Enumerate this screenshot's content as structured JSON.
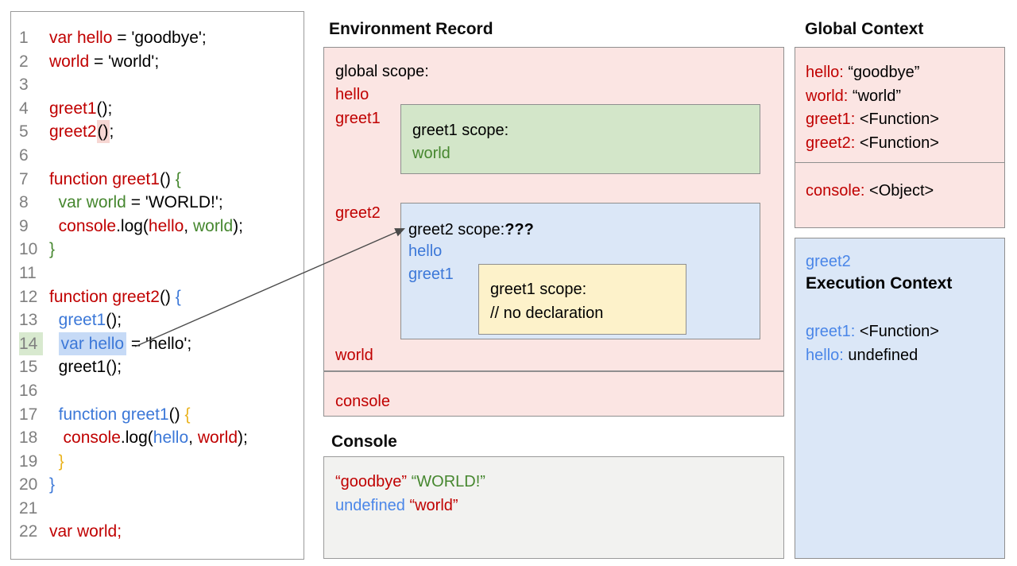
{
  "colors": {
    "red": "#c00000",
    "blue": "#3c78d8",
    "light_blue": "#4a86e8",
    "green": "#46872f",
    "yellow": "#eab31e",
    "pink_bg": "#fbe5e3",
    "blue_bg": "#dbe7f7",
    "green_bg": "#d3e6c9",
    "yellow_bg": "#fdf2ca",
    "console_bg": "#f2f2f0"
  },
  "code_panel": {
    "lines": [
      {
        "n": "1",
        "segs": [
          [
            "var hello",
            "red"
          ],
          [
            " = 'goodbye';",
            "k"
          ]
        ]
      },
      {
        "n": "2",
        "segs": [
          [
            "world",
            "red"
          ],
          [
            " = 'world';",
            "k"
          ]
        ]
      },
      {
        "n": "3",
        "segs": []
      },
      {
        "n": "4",
        "segs": [
          [
            "greet1",
            "red"
          ],
          [
            "();",
            "k"
          ]
        ]
      },
      {
        "n": "5",
        "segs": [
          [
            "greet2",
            "red"
          ],
          [
            "()",
            "k",
            "pink"
          ],
          [
            ";",
            "k"
          ]
        ]
      },
      {
        "n": "6",
        "segs": []
      },
      {
        "n": "7",
        "segs": [
          [
            "function greet1",
            "red"
          ],
          [
            "() ",
            "k"
          ],
          [
            "{",
            "green"
          ]
        ]
      },
      {
        "n": "8",
        "segs": [
          [
            "  ",
            "k"
          ],
          [
            "var world",
            "green"
          ],
          [
            " = 'WORLD!';",
            "k"
          ]
        ]
      },
      {
        "n": "9",
        "segs": [
          [
            "  ",
            "k"
          ],
          [
            "console",
            "red"
          ],
          [
            ".log(",
            "k"
          ],
          [
            "hello",
            "red"
          ],
          [
            ", ",
            "k"
          ],
          [
            "world",
            "green"
          ],
          [
            ");",
            "k"
          ]
        ]
      },
      {
        "n": "10",
        "segs": [
          [
            "}",
            "green"
          ]
        ]
      },
      {
        "n": "11",
        "segs": []
      },
      {
        "n": "12",
        "segs": [
          [
            "function greet2",
            "red"
          ],
          [
            "() ",
            "k"
          ],
          [
            "{",
            "blue"
          ]
        ]
      },
      {
        "n": "13",
        "segs": [
          [
            "  ",
            "k"
          ],
          [
            "greet1",
            "blue"
          ],
          [
            "();",
            "k"
          ]
        ]
      },
      {
        "n": "14",
        "numHl": "green",
        "segs": [
          [
            "  ",
            "k"
          ],
          [
            "var hello",
            "blue",
            "blue"
          ],
          [
            " = 'hello';",
            "k"
          ]
        ]
      },
      {
        "n": "15",
        "segs": [
          [
            "  greet1();",
            "k"
          ]
        ]
      },
      {
        "n": "16",
        "segs": []
      },
      {
        "n": "17",
        "segs": [
          [
            "  ",
            "k"
          ],
          [
            "function greet1",
            "blue"
          ],
          [
            "() ",
            "k"
          ],
          [
            "{",
            "yellow"
          ]
        ]
      },
      {
        "n": "18",
        "segs": [
          [
            "   ",
            "k"
          ],
          [
            "console",
            "red"
          ],
          [
            ".log(",
            "k"
          ],
          [
            "hello",
            "blue"
          ],
          [
            ", ",
            "k"
          ],
          [
            "world",
            "red"
          ],
          [
            ");",
            "k"
          ]
        ]
      },
      {
        "n": "19",
        "segs": [
          [
            "  ",
            "k"
          ],
          [
            "}",
            "yellow"
          ]
        ]
      },
      {
        "n": "20",
        "segs": [
          [
            "}",
            "blue"
          ]
        ]
      },
      {
        "n": "21",
        "segs": []
      },
      {
        "n": "22",
        "segs": [
          [
            "var world;",
            "red"
          ]
        ]
      }
    ]
  },
  "env_record": {
    "title": "Environment Record",
    "global_label": "global scope:",
    "hello": "hello",
    "greet1": "greet1",
    "greet2": "greet2",
    "world": "world",
    "console": "console",
    "greet1_scope": {
      "label": "greet1 scope:",
      "world": "world"
    },
    "greet2_scope": {
      "label": "greet2 scope:",
      "unknown": "???",
      "hello": "hello",
      "greet1": "greet1"
    },
    "inner_scope": {
      "label": "greet1 scope:",
      "comment": "// no declaration"
    }
  },
  "console_panel": {
    "title": "Console",
    "lines": [
      [
        [
          "“goodbye”",
          "red"
        ],
        [
          " ",
          "k"
        ],
        [
          "“WORLD!”",
          "green"
        ]
      ],
      [
        [
          "undefined",
          "lblue"
        ],
        [
          " ",
          "k"
        ],
        [
          "“world”",
          "red"
        ]
      ]
    ]
  },
  "global_context": {
    "title": "Global Context",
    "entries": [
      [
        [
          "hello:",
          "red"
        ],
        [
          " “goodbye”",
          "k"
        ]
      ],
      [
        [
          "world:",
          "red"
        ],
        [
          " “world”",
          "k"
        ]
      ],
      [
        [
          "greet1:",
          "red"
        ],
        [
          " <Function>",
          "k"
        ]
      ],
      [
        [
          "greet2:",
          "red"
        ],
        [
          " <Function>",
          "k"
        ]
      ]
    ],
    "console_entry": [
      [
        "console:",
        "red"
      ],
      [
        " <Object>",
        "k"
      ]
    ]
  },
  "execution_context": {
    "fn_name": "greet2",
    "label": "Execution Context",
    "entries": [
      [
        [
          "greet1:",
          "lblue"
        ],
        [
          " <Function>",
          "k"
        ]
      ],
      [
        [
          "hello:",
          "lblue"
        ],
        [
          " undefined",
          "k"
        ]
      ]
    ]
  },
  "pointer_arrow": {
    "from": "line 14 var hello",
    "to": "greet2 scope:"
  }
}
